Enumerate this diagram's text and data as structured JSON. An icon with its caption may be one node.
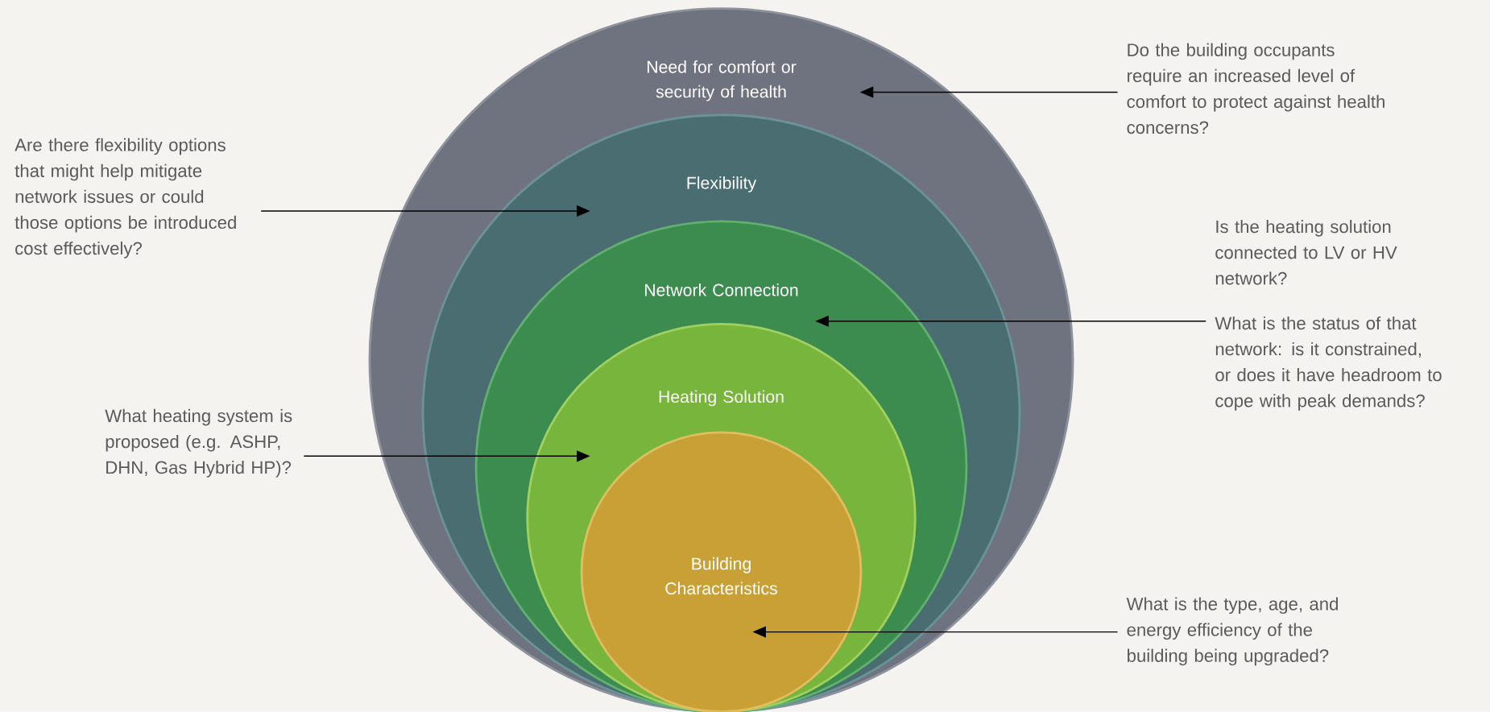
{
  "diagram": {
    "nodes": [
      {
        "text": [
          "Need for comfort or security of health"
        ]
      },
      {
        "text": [
          "Flexibility"
        ],
        "in": 0
      },
      {
        "text": [
          "Network Connection"
        ],
        "in": 1
      },
      {
        "text": [
          "Heating Solution"
        ],
        "in": 2
      },
      {
        "text": [
          "Building Characteristics"
        ],
        "in": 3
      },
      {
        "text": [
          "Do the building occupants require an increased level of comfort to protect against health concerns?"
        ]
      },
      {
        "text": [
          "Are there flexibility options that might help mitigate network issues or could those options be introduced cost effectively?"
        ]
      },
      {
        "text": [
          "Is the heating solution connected to LV or HV network?",
          "What is the status of that network: is it constrained, or does it have headroom to cope with peak demands?"
        ]
      },
      {
        "text": [
          "What heating system is proposed (e.g. ASHP, DHN, Gas Hybrid HP)?"
        ]
      },
      {
        "text": [
          "What is the type, age, and energy efficiency of the building being upgraded?"
        ]
      }
    ],
    "edges": [
      {
        "from": 5,
        "to": 0,
        "arrow": "to"
      },
      {
        "from": 6,
        "to": 1,
        "arrow": "to"
      },
      {
        "from": 7,
        "to": 2,
        "arrow": "to"
      },
      {
        "from": 8,
        "to": 3,
        "arrow": "to"
      },
      {
        "from": 9,
        "to": 4,
        "arrow": "to"
      }
    ]
  }
}
